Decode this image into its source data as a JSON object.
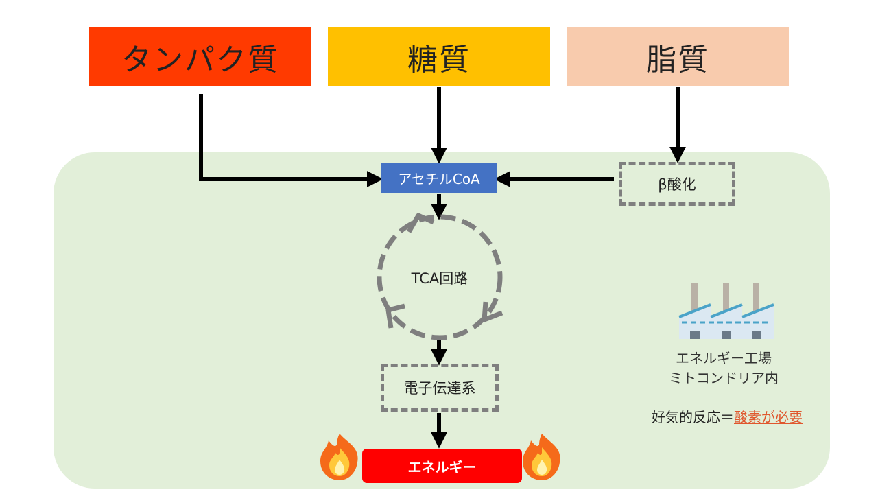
{
  "nutrients": {
    "protein": "タンパク質",
    "sugar": "糖質",
    "lipid": "脂質"
  },
  "flow": {
    "acetyl_coa": "アセチルCoA",
    "beta_oxidation": "β酸化",
    "tca_cycle": "TCA回路",
    "electron_transport": "電子伝達系",
    "energy": "エネルギー"
  },
  "factory": {
    "line1": "エネルギー工場",
    "line2": "ミトコンドリア内"
  },
  "aerobic": {
    "prefix": "好気的反応＝",
    "highlight": "酸素が必要"
  },
  "colors": {
    "protein": "#ff3a00",
    "sugar": "#ffc000",
    "lipid": "#f8cbad",
    "acetyl_coa": "#4472c4",
    "energy": "#ff0000",
    "mitochondria_bg": "#e2efd9",
    "highlight_text": "#e0562d"
  },
  "icons": [
    "flame-icon",
    "factory-icon"
  ]
}
